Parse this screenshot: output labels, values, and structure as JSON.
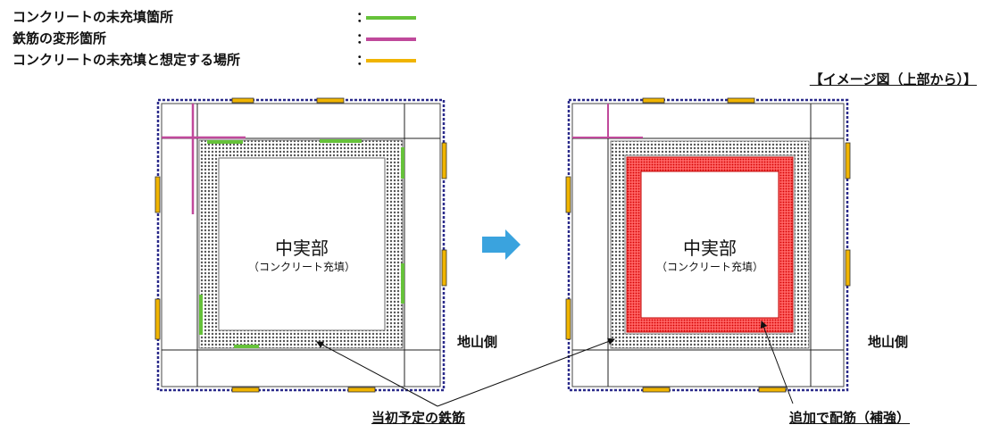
{
  "legend": [
    {
      "label": "コンクリートの未充填箇所",
      "colon": "：",
      "color": "#66c23a",
      "icon": "green-line"
    },
    {
      "label": "鉄筋の変形箇所",
      "colon": "：",
      "color": "#c0499b",
      "icon": "magenta-line"
    },
    {
      "label": "コンクリートの未充填と想定する場所",
      "colon": "：",
      "color": "#f0b400",
      "icon": "yellow-line"
    }
  ],
  "image_title": "【イメージ図（上部から）】",
  "left_panel": {
    "core_title": "中実部",
    "core_sub": "（コンクリート充填）",
    "side_label": "地山側"
  },
  "right_panel": {
    "core_title": "中実部",
    "core_sub": "（コンクリート充填）",
    "side_label": "地山側"
  },
  "caption_left": "当初予定の鉄筋",
  "caption_right": "追加で配筋（補強）",
  "colors": {
    "frame": "#2a2a8a",
    "rebar": "#888888",
    "reinforce": "#e8282a",
    "arrow": "#3aa3de"
  }
}
